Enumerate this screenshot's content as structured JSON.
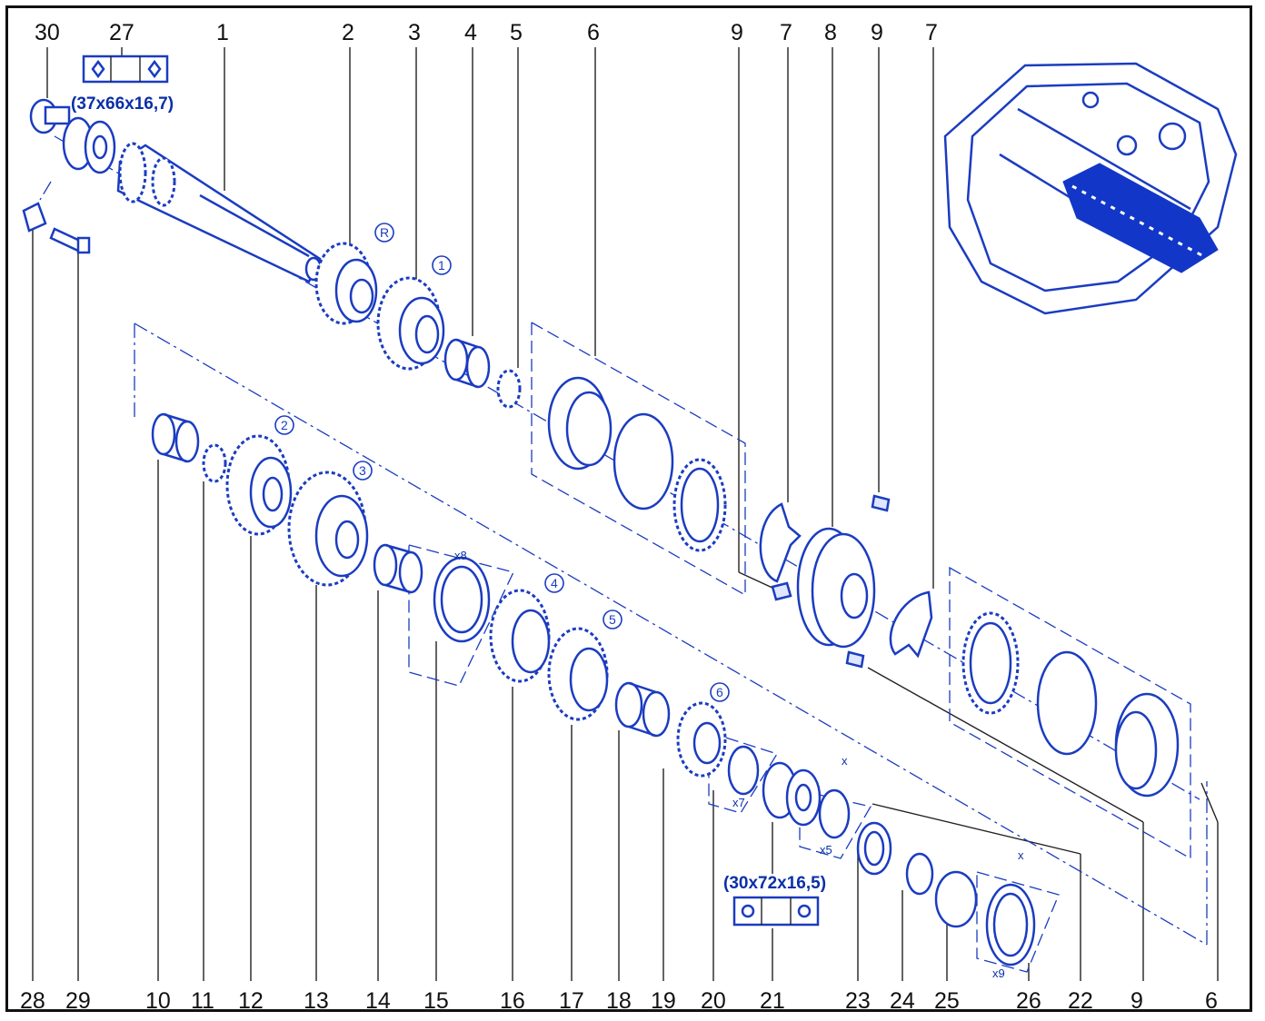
{
  "top_labels": [
    "30",
    "27",
    "1",
    "2",
    "3",
    "4",
    "5",
    "6",
    "9",
    "7",
    "8",
    "9",
    "7"
  ],
  "bottom_labels": [
    "28",
    "29",
    "10",
    "11",
    "12",
    "13",
    "14",
    "15",
    "16",
    "17",
    "18",
    "19",
    "20",
    "21",
    "23",
    "24",
    "25",
    "26",
    "22",
    "9",
    "6"
  ],
  "bearing_top": {
    "dimension": "(37x66x16,7)"
  },
  "bearing_bottom": {
    "dimension": "(30x72x16,5)"
  },
  "gear_marks": [
    "R",
    "1",
    "2",
    "3",
    "4",
    "5",
    "6"
  ],
  "quantities": [
    "x8",
    "x7",
    "x5",
    "x9"
  ],
  "clearance_mark": "x",
  "colors": {
    "part_stroke": "#1b3cc0",
    "highlight": "#1237c8",
    "leader": "#111111"
  }
}
